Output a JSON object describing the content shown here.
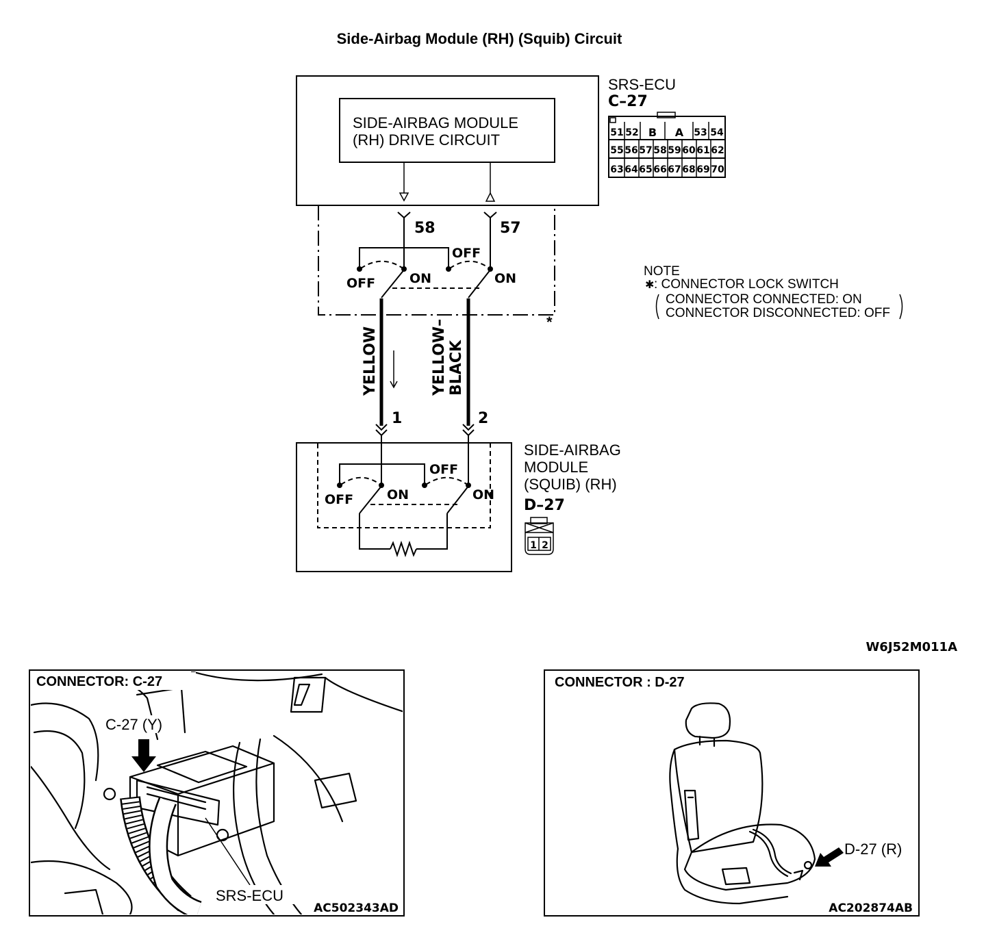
{
  "title": "Side-Airbag Module (RH) (Squib) Circuit",
  "ecu": {
    "name": "SRS-ECU",
    "connector_id": "C–27",
    "circuit_line1": "SIDE-AIRBAG MODULE",
    "circuit_line2": "(RH) DRIVE CIRCUIT",
    "pin_left": "58",
    "pin_right": "57",
    "connector_pins": {
      "row1": [
        "51",
        "52",
        "B",
        "A",
        "53",
        "54"
      ],
      "row2": [
        "55",
        "56",
        "57",
        "58",
        "59",
        "60",
        "61",
        "62"
      ],
      "row3": [
        "63",
        "64",
        "65",
        "66",
        "67",
        "68",
        "69",
        "70"
      ]
    }
  },
  "switch_labels": {
    "off": "OFF",
    "on": "ON"
  },
  "wires": {
    "left_color": "YELLOW",
    "right_color_line1": "YELLOW–",
    "right_color_line2": "BLACK",
    "left_pin": "1",
    "right_pin": "2"
  },
  "module": {
    "line1": "SIDE-AIRBAG",
    "line2": "MODULE",
    "line3": "(SQUIB) (RH)",
    "connector_id": "D–27",
    "pins": [
      "1",
      "2"
    ]
  },
  "note": {
    "heading": "NOTE",
    "star": "✱",
    "line1": ": CONNECTOR LOCK SWITCH",
    "line2": "CONNECTOR CONNECTED: ON",
    "line3": "CONNECTOR DISCONNECTED: OFF"
  },
  "diagram_code": "W6J52M011A",
  "photo_left": {
    "heading": "CONNECTOR: C-27",
    "callout": "C-27 (Y)",
    "label": "SRS-ECU",
    "code": "AC502343AD"
  },
  "photo_right": {
    "heading": "CONNECTOR : D-27",
    "callout": "D-27 (R)",
    "code": "AC202874AB"
  }
}
